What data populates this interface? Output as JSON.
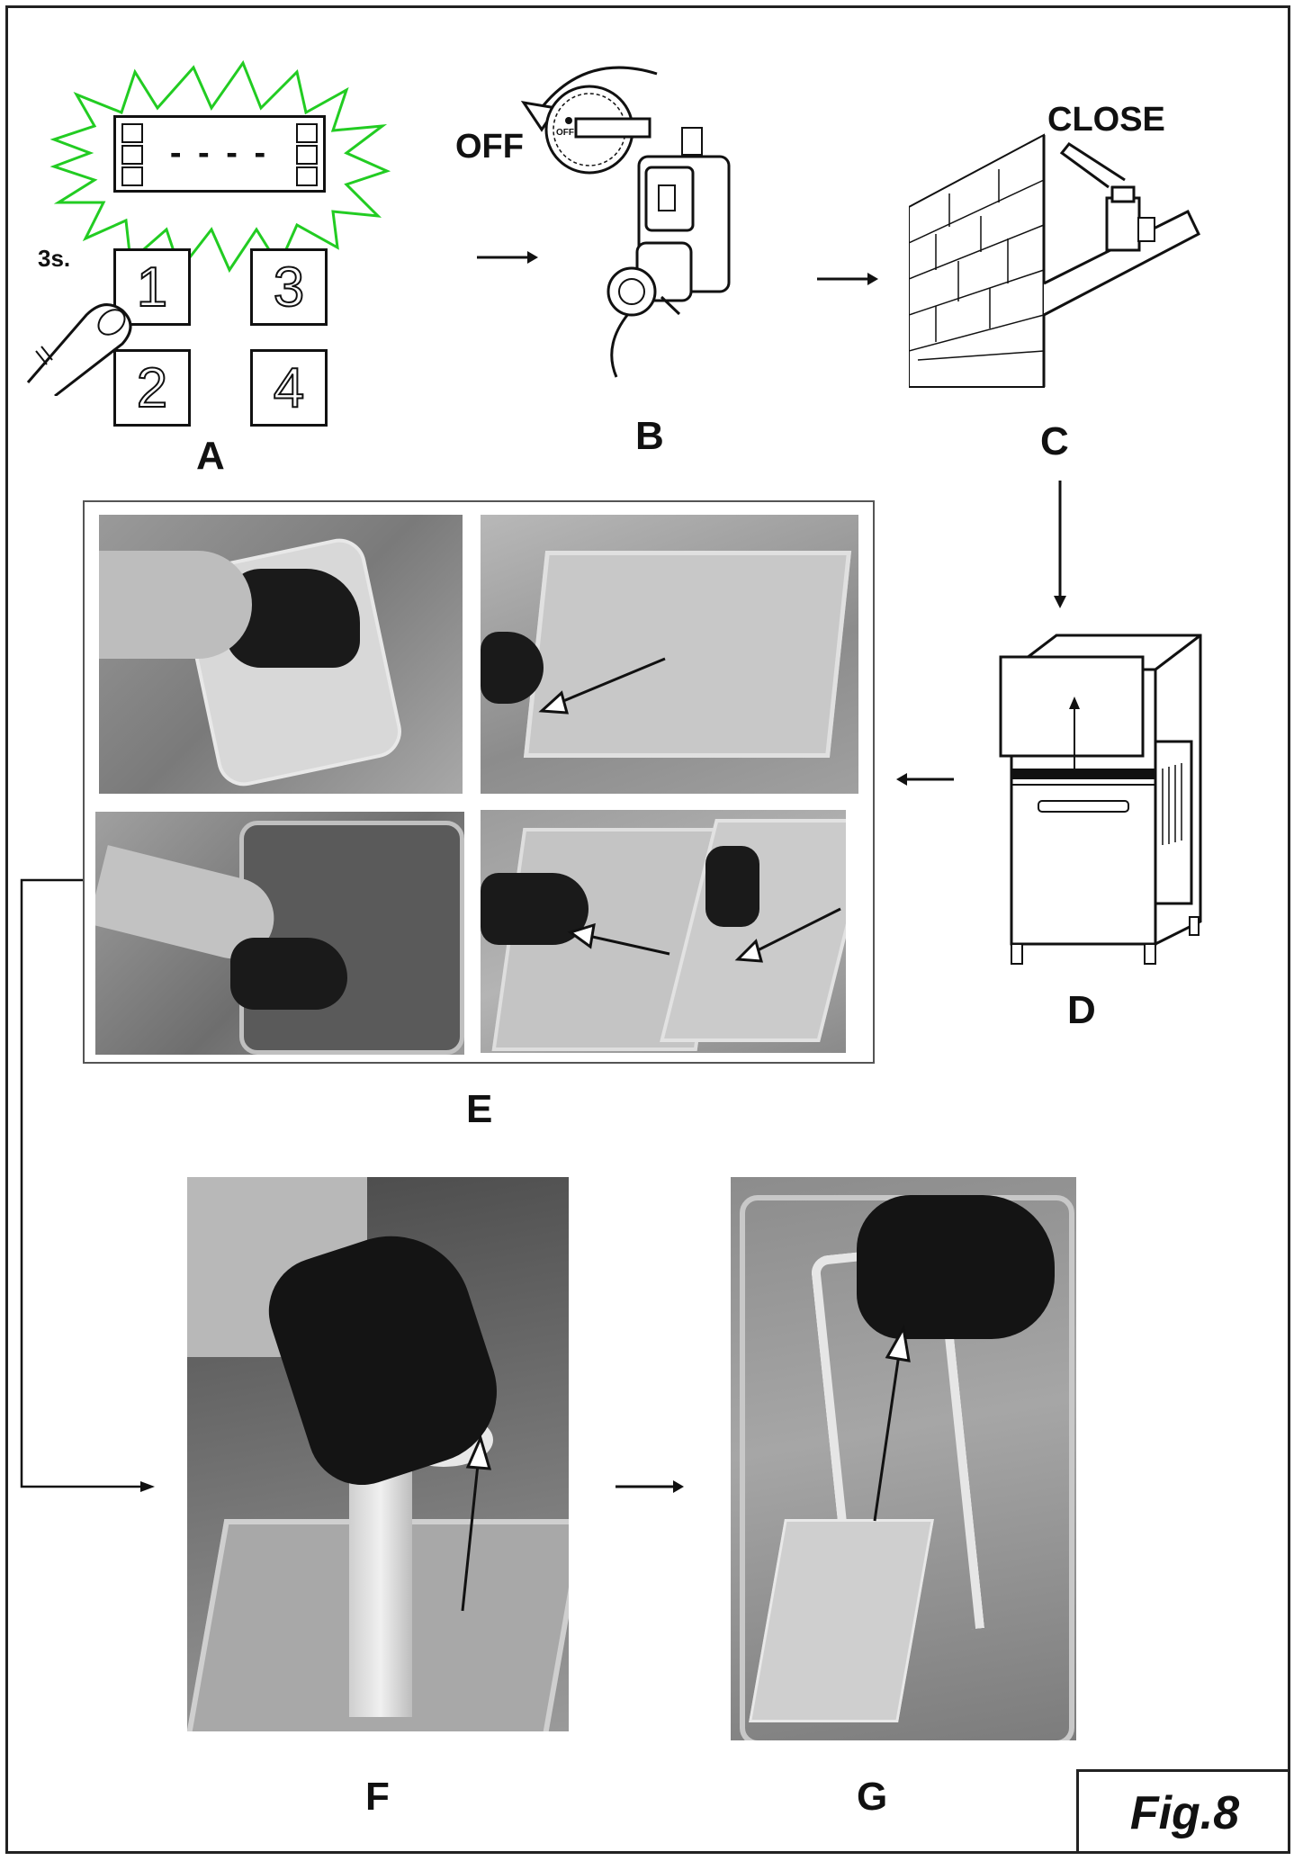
{
  "steps": {
    "a": "A",
    "b": "B",
    "c": "C",
    "d": "D",
    "e": "E",
    "f": "F",
    "g": "G"
  },
  "keypad": {
    "k1": "1",
    "k2": "2",
    "k3": "3",
    "k4": "4",
    "hold_time": "3s.",
    "display": "- - - -"
  },
  "switch": {
    "off_label": "OFF",
    "dial_label": "OFF"
  },
  "valve": {
    "close_label": "CLOSE"
  },
  "figure_label": "Fig.8",
  "colors": {
    "flash": "#22cc22",
    "stroke": "#111111",
    "photo": "#8a8a8a"
  }
}
